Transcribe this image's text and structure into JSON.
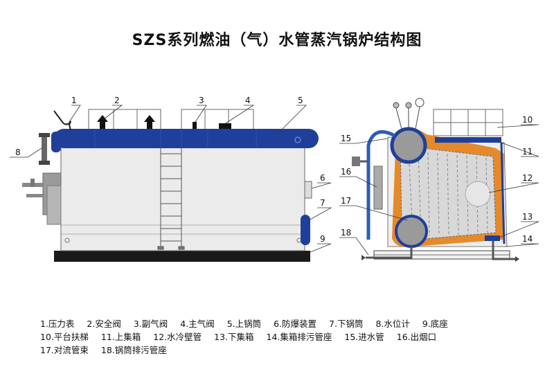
{
  "title": "SZS系列燃油（气）水管蒸汽锅炉结构图",
  "colors": {
    "drum_blue": "#1f3f9a",
    "insulation": "#ebebeb",
    "orange": "#e58a2a",
    "base": "#1a1a1a",
    "pipe_blue": "#2a5fb5",
    "grey": "#8a8a8a"
  },
  "callouts": [
    "1",
    "2",
    "3",
    "4",
    "5",
    "6",
    "7",
    "8",
    "9",
    "10",
    "11",
    "12",
    "13",
    "14",
    "15",
    "16",
    "17",
    "18"
  ],
  "legend_rows": [
    [
      "1.压力表",
      "2.安全阀",
      "3.副气阀",
      "4.主气阀",
      "5.上锅筒",
      "6.防爆装置",
      "7.下锅筒",
      "8.水位计",
      "9.底座"
    ],
    [
      "10.平台扶梯",
      "11.上集箱",
      "12.水冷壁管",
      "13.下集箱",
      "14.集箱排污管座",
      "15.进水管",
      "16.出烟口"
    ],
    [
      "17.对流管束",
      "18.锅筒排污管座"
    ]
  ]
}
